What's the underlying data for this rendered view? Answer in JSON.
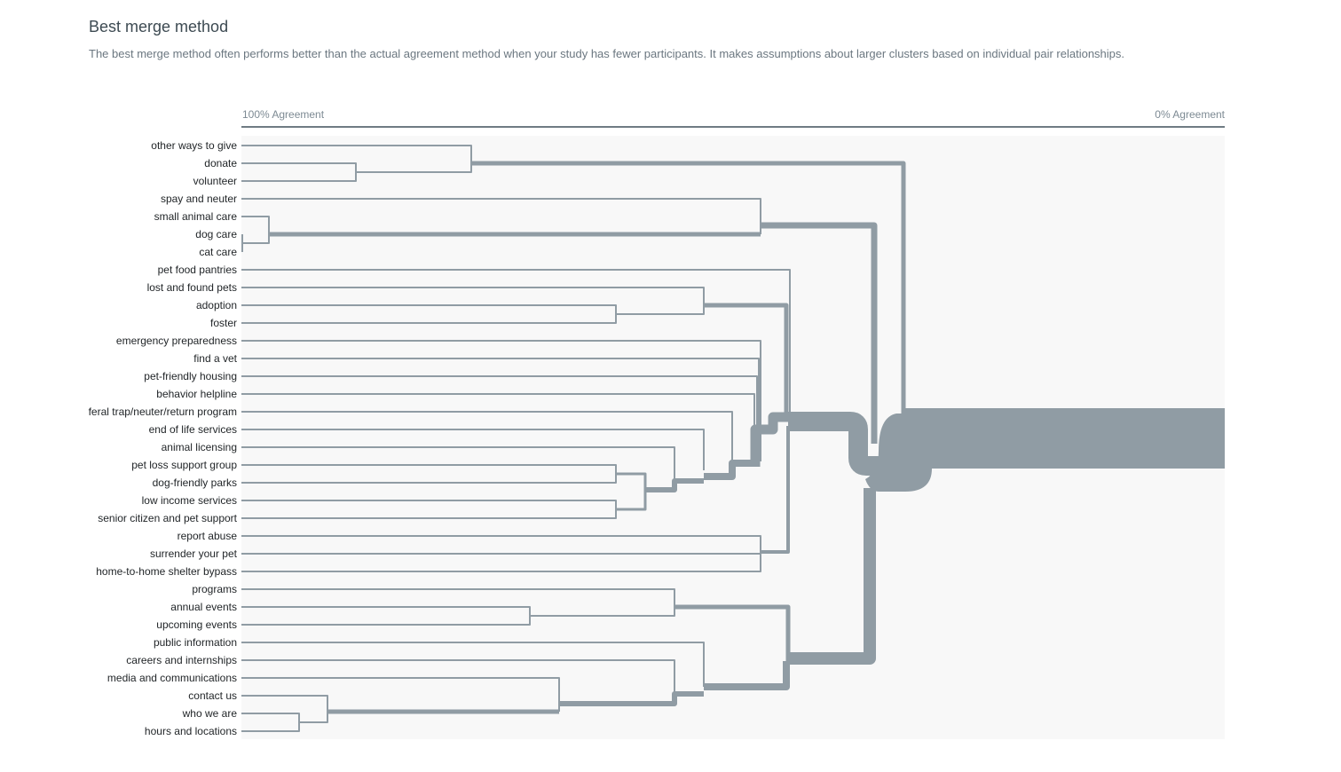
{
  "header": {
    "title": "Best merge method",
    "description": "The best merge method often performs better than the actual agreement method when your study has fewer participants. It makes assumptions about larger clusters based on individual pair relationships."
  },
  "axis": {
    "left_label": "100% Agreement",
    "right_label": "0% Agreement"
  },
  "colors": {
    "branch": "#909ca4",
    "background": "#f8f8f8",
    "axis_line": "#6f7b83"
  },
  "leaves": [
    "other ways to give",
    "donate",
    "volunteer",
    "spay and neuter",
    "small animal care",
    "dog care",
    "cat care",
    "pet food pantries",
    "lost and found pets",
    "adoption",
    "foster",
    "emergency preparedness",
    "find a vet",
    "pet-friendly housing",
    "behavior helpline",
    "feral trap/neuter/return program",
    "end of life services",
    "animal licensing",
    "pet loss support group",
    "dog-friendly parks",
    "low income services",
    "senior citizen and pet support",
    "report abuse",
    "surrender your pet",
    "home-to-home shelter bypass",
    "programs",
    "annual events",
    "upcoming events",
    "public information",
    "careers and internships",
    "media and communications",
    "contact us",
    "who we are",
    "hours and locations"
  ]
}
